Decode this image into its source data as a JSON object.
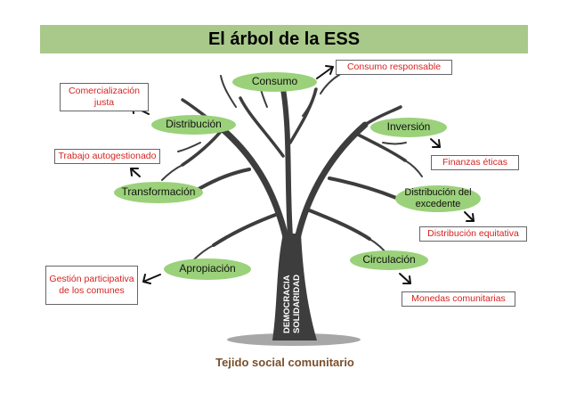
{
  "title": "El árbol de la ESS",
  "nodes": {
    "consumo": "Consumo",
    "distribucion": "Distribución",
    "inversion": "Inversión",
    "transformacion": "Transformación",
    "distribucion_excedente": "Distribución del excedente",
    "apropiacion": "Apropiación",
    "circulacion": "Circulación"
  },
  "boxes": {
    "consumo_responsable": "Consumo responsable",
    "comercializacion_justa": "Comercialización justa",
    "trabajo_autogestionado": "Trabajo autogestionado",
    "finanzas_eticas": "Finanzas éticas",
    "distribucion_equitativa": "Distribución equitativa",
    "gestion_participativa": "Gestión participativa de los comunes",
    "monedas_comunitarias": "Monedas comunitarias"
  },
  "trunk_text": "DEMOCRACIA\nSOLIDARIDAD",
  "footer": "Tejido social comunitario",
  "colors": {
    "title_bg": "#a9c98a",
    "node_fill": "#9bd17a",
    "box_text": "#d6221e",
    "footer_text": "#7a4f2a",
    "tree": "#3d3d3d"
  }
}
